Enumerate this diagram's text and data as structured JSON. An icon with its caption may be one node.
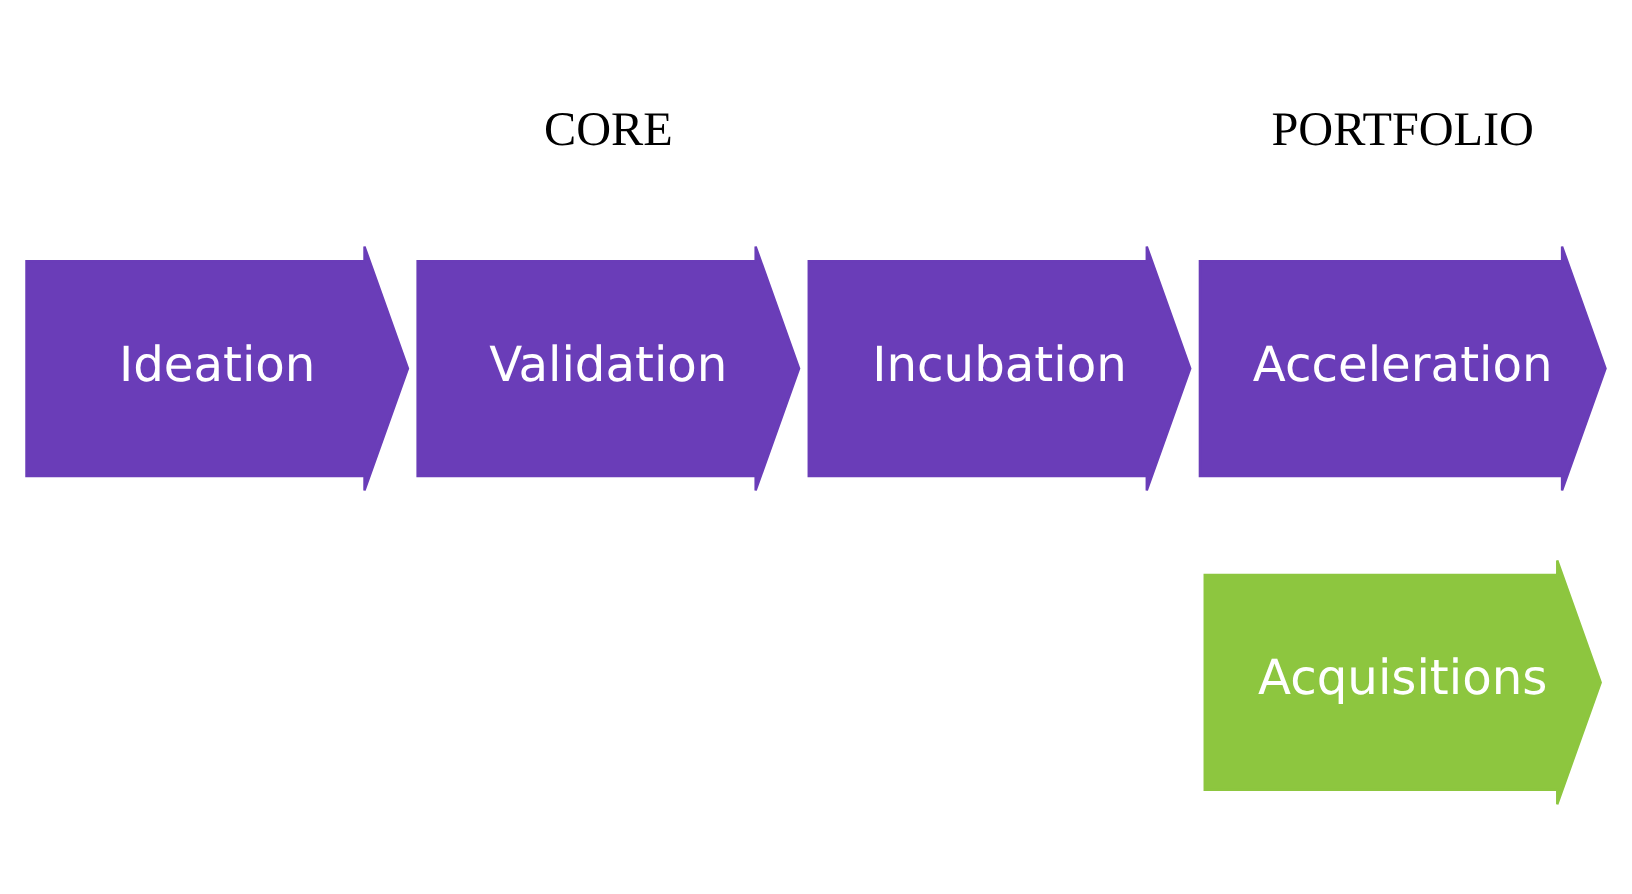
{
  "diagram": {
    "nodes": [
      {
        "text": [
          "Ideation"
        ]
      },
      {
        "text": [
          "Validation"
        ]
      },
      {
        "text": [
          "Incubation"
        ]
      },
      {
        "text": [
          "Acceleration"
        ]
      },
      {
        "text": [
          "Acquisitions"
        ]
      }
    ],
    "labels": [
      "CORE",
      "PORTFOLIO"
    ]
  }
}
